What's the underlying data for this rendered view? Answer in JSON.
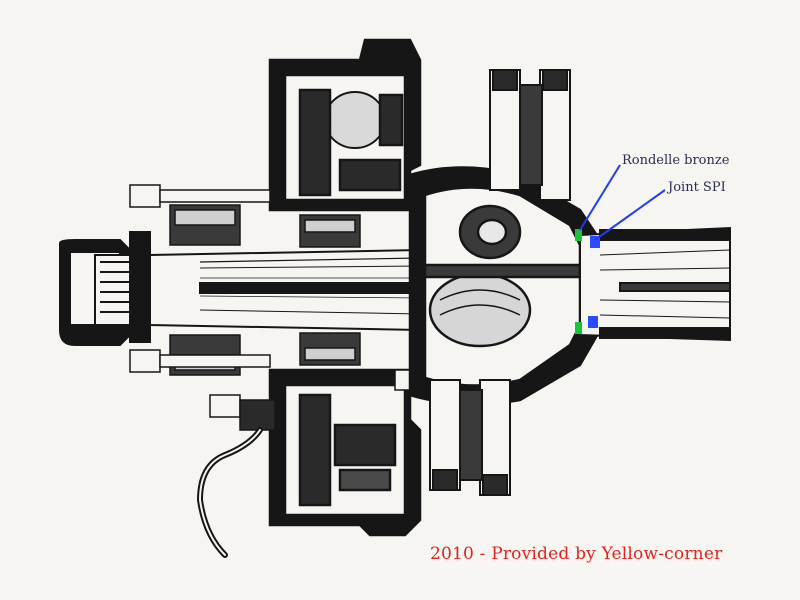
{
  "annotations": {
    "bronze_washer": "Rondelle bronze",
    "spi_seal": "Joint SPI"
  },
  "credit": "2010 - Provided by Yellow-corner",
  "colors": {
    "background": "#f6f5f2",
    "ink": "#161616",
    "callout": "#1f3df0",
    "bronze_washer_highlight": "#19c43a",
    "spi_seal_highlight": "#2a4bff",
    "credit_text": "#e0231c"
  }
}
